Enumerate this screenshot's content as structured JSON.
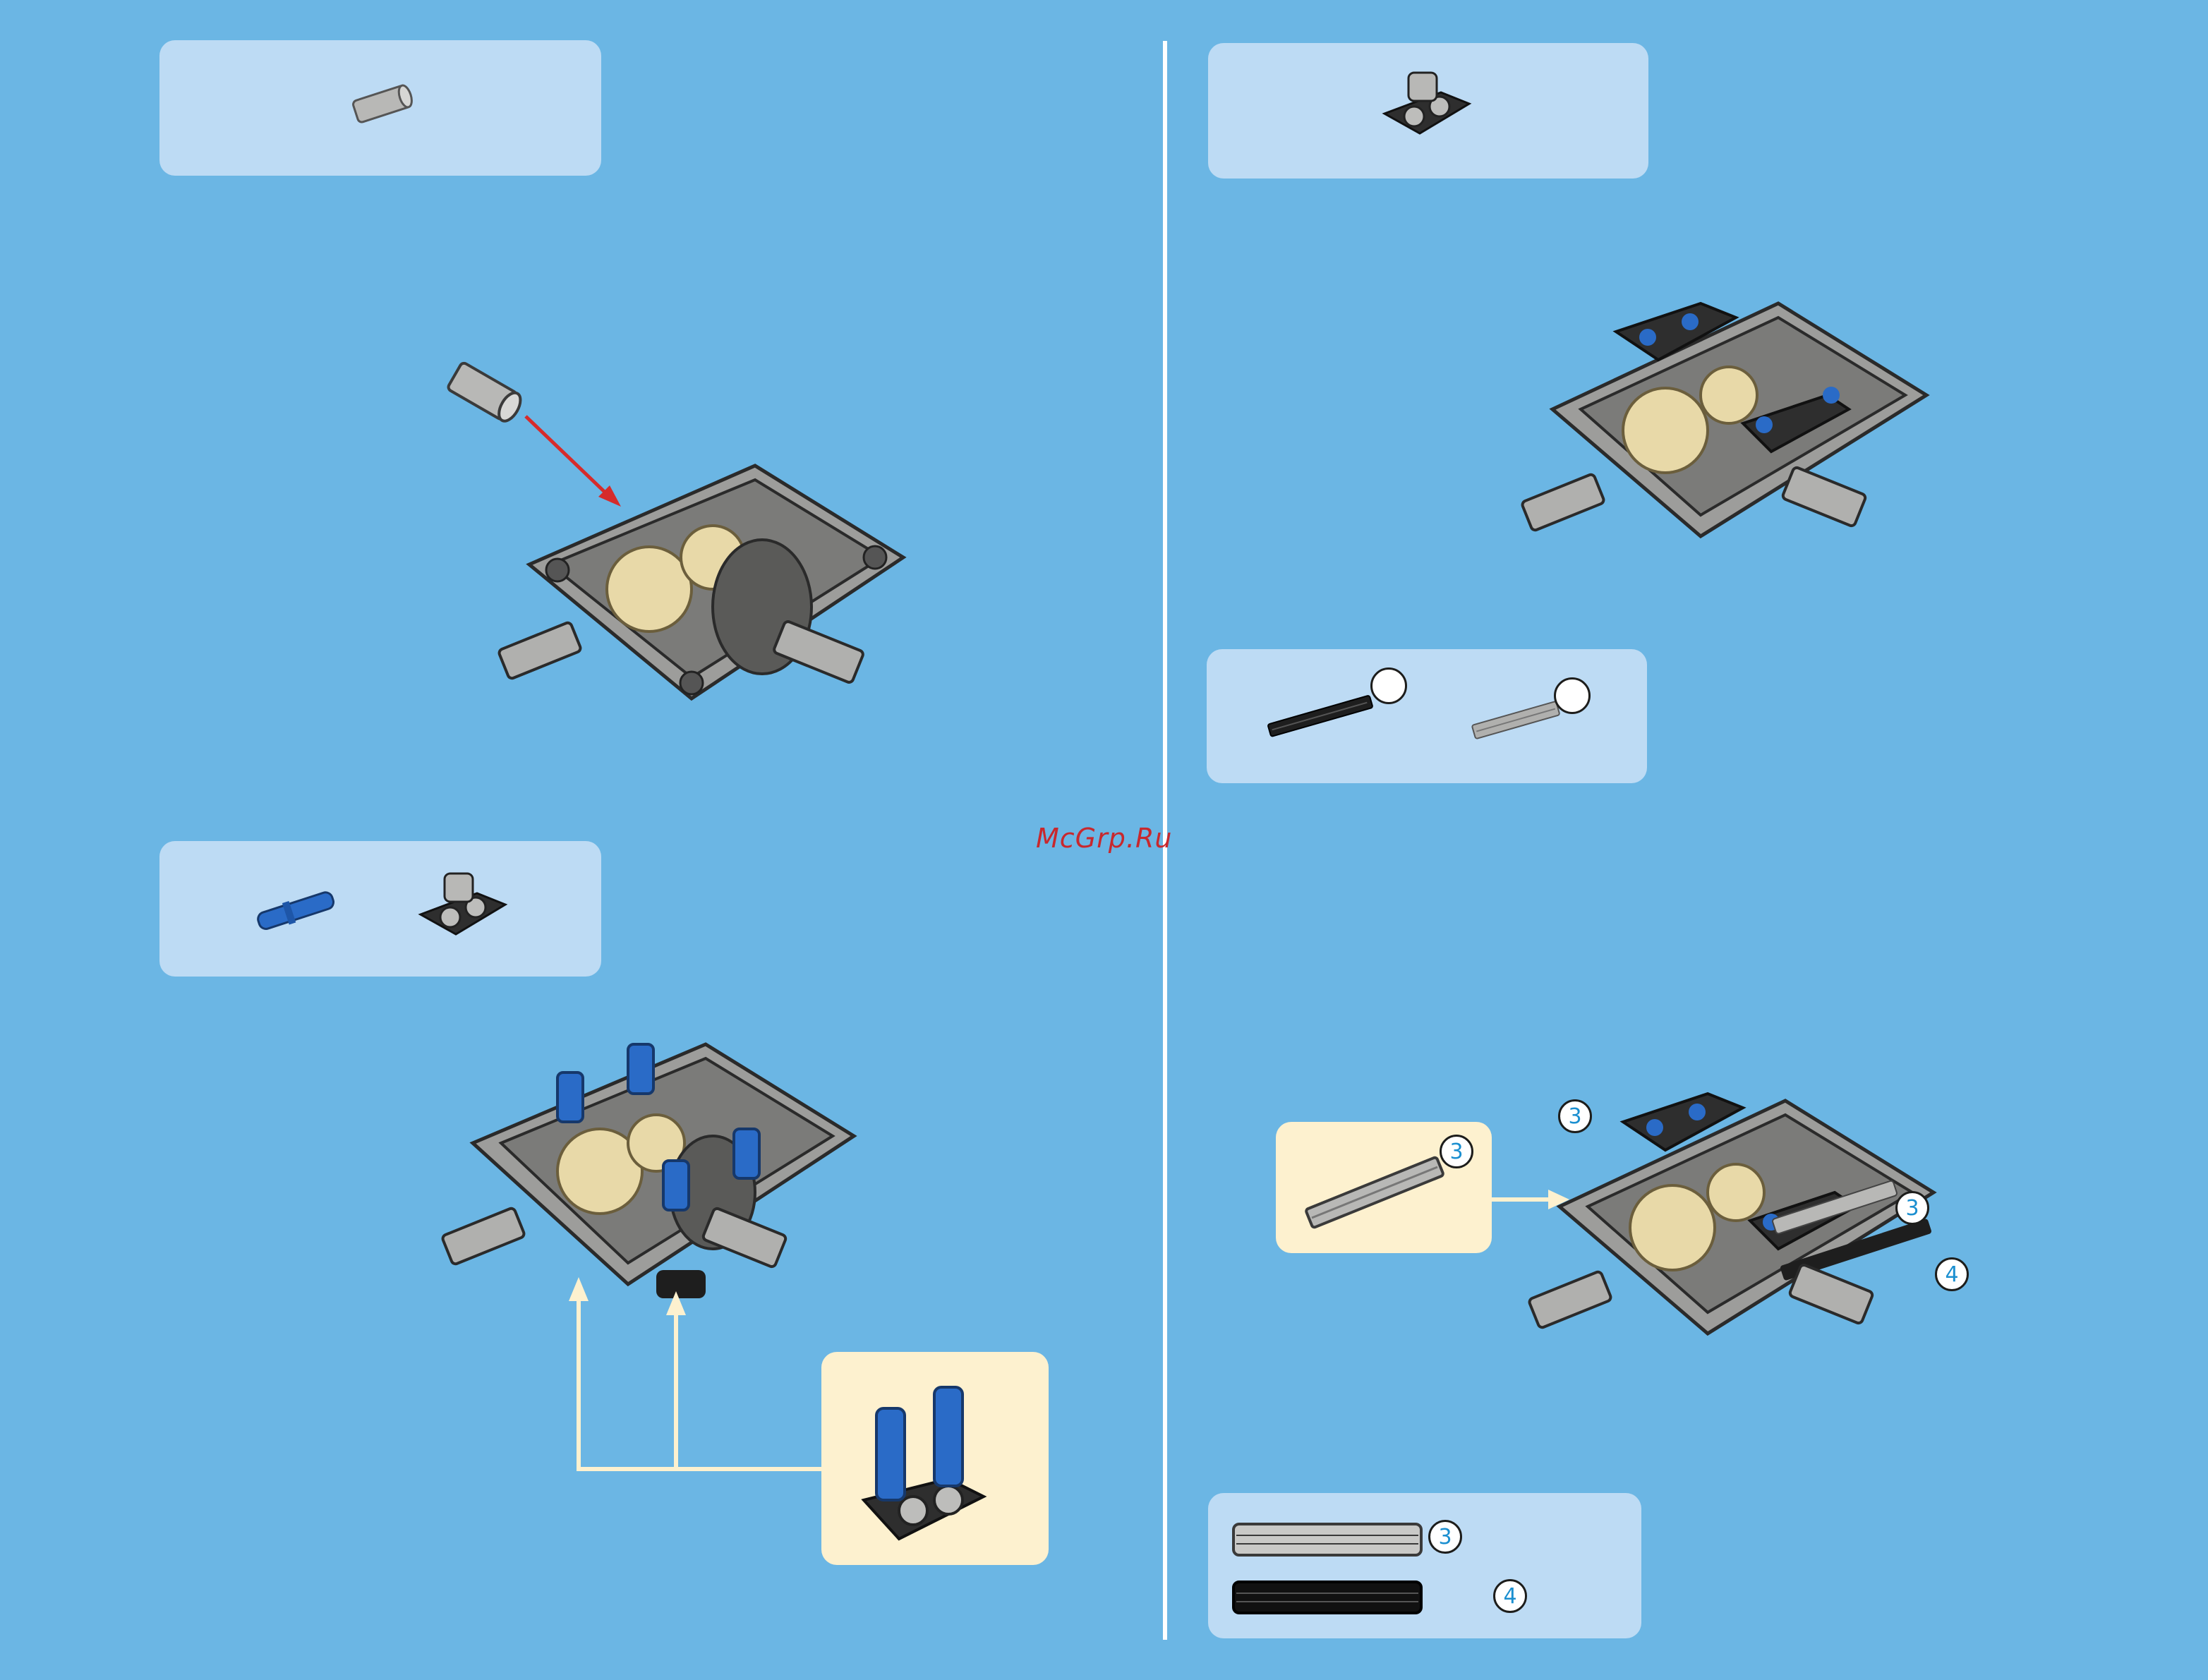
{
  "watermark": "McGrp.Ru",
  "callouts": {
    "beam_length_3": "3",
    "top_left_3": "3",
    "right_3": "3",
    "right_4": "4"
  },
  "legend": {
    "axle_3_label": "3",
    "axle_4_label": "4"
  },
  "colors": {
    "background": "#6bb6e4",
    "panel": "#bddbf4",
    "callout": "#fdf1cf",
    "arrow_red": "#d62b2b",
    "arrow_cream": "#fdf1cf",
    "number_text": "#1b8fd0"
  }
}
